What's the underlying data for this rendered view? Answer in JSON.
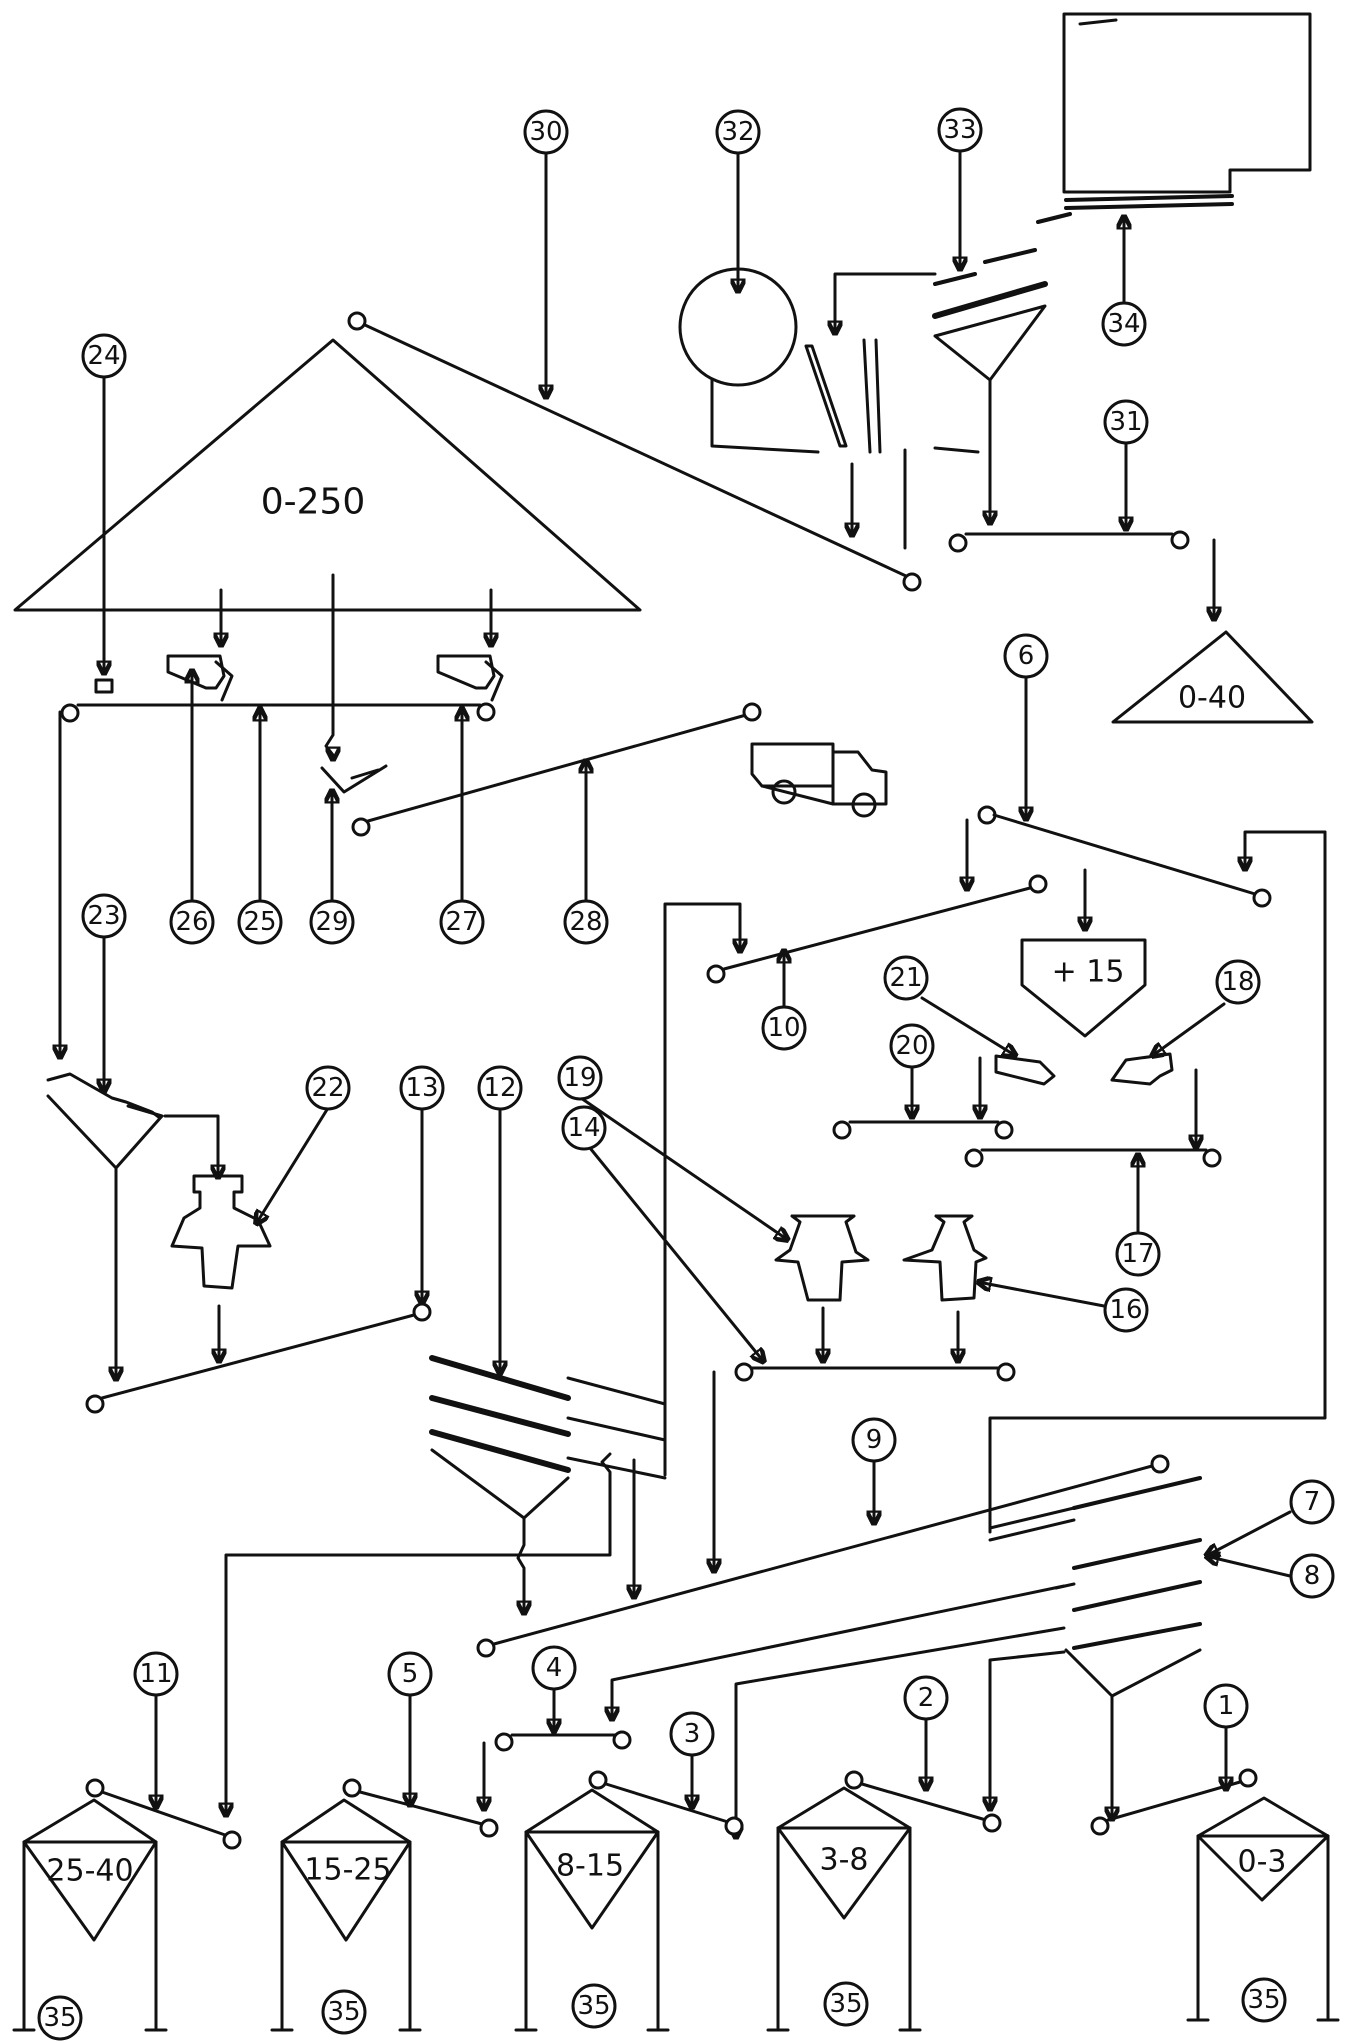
{
  "stockpiles": {
    "main": "0-250",
    "product": "0-40",
    "oversize_bin": "+ 15"
  },
  "silos": [
    {
      "label": "25-40",
      "marker": "35"
    },
    {
      "label": "15-25",
      "marker": "35"
    },
    {
      "label": "8-15",
      "marker": "35"
    },
    {
      "label": "3-8",
      "marker": "35"
    },
    {
      "label": "0-3",
      "marker": "35"
    }
  ],
  "markers": {
    "m1": "1",
    "m2": "2",
    "m3": "3",
    "m4": "4",
    "m5": "5",
    "m6": "6",
    "m7": "7",
    "m8": "8",
    "m9": "9",
    "m10": "10",
    "m11": "11",
    "m12": "12",
    "m13": "13",
    "m14": "14",
    "m16": "16",
    "m17": "17",
    "m18": "18",
    "m19": "19",
    "m20": "20",
    "m21": "21",
    "m22": "22",
    "m23": "23",
    "m24": "24",
    "m25": "25",
    "m26": "26",
    "m27": "27",
    "m28": "28",
    "m29": "29",
    "m30": "30",
    "m31": "31",
    "m32": "32",
    "m33": "33",
    "m34": "34"
  },
  "colors": {
    "ink": "#111111",
    "paper": "#ffffff"
  }
}
